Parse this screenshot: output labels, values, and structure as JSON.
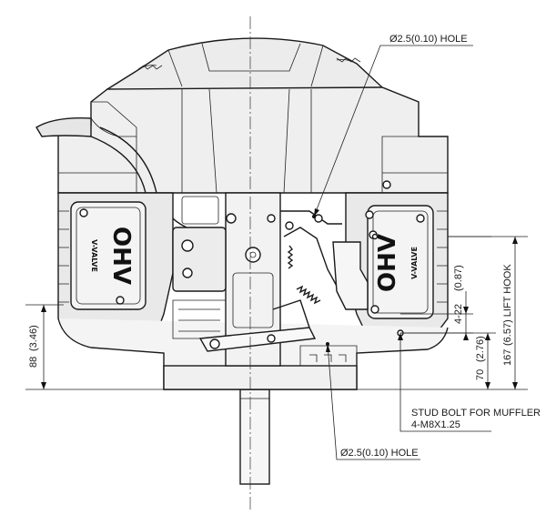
{
  "labels": {
    "hole_top": "Ø2.5(0.10) HOLE",
    "hole_bottom": "Ø2.5(0.10) HOLE",
    "stud_line1": "STUD BOLT FOR MUFFLER",
    "stud_line2": "4-M8X1.25",
    "dim_88": "88",
    "dim_88_in": "(3.46)",
    "dim_4_22": "4-22",
    "dim_4_22_in": "(0.87)",
    "dim_70": "70",
    "dim_70_in": "(2.76)",
    "dim_167": "167",
    "dim_167_in": "(6.57) LIFT HOOK"
  },
  "cover_text": {
    "left_main": "OHV",
    "left_sub": "V-VALVE",
    "right_main": "OHV",
    "right_sub": "V-VALVE"
  },
  "colors": {
    "line": "#1a1a1a",
    "shroud": "#efefef",
    "cylinder": "#e9e9e9",
    "crankcase": "#f4f4f4",
    "background": "#ffffff"
  }
}
